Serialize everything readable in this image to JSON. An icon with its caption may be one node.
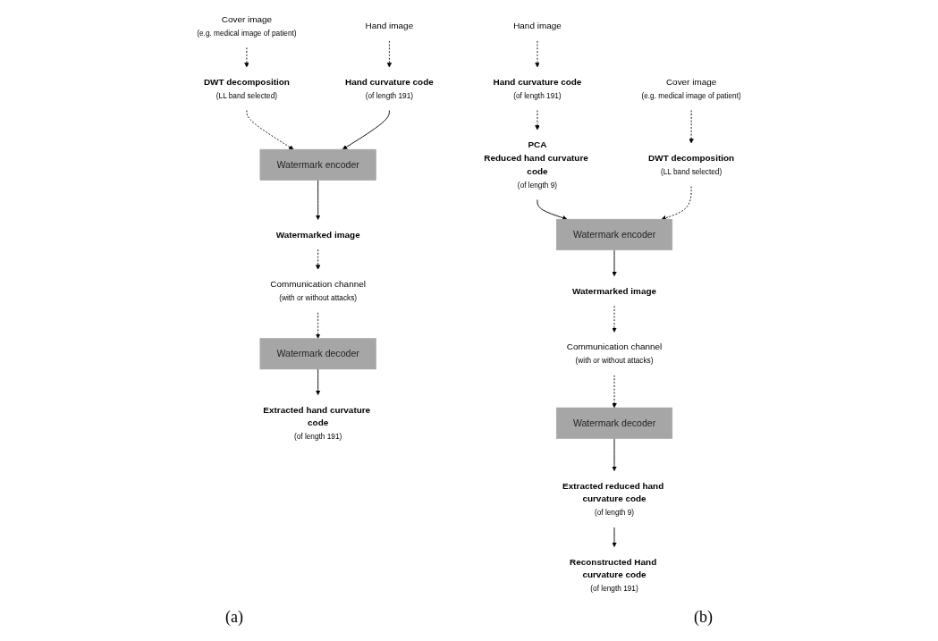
{
  "diagram": {
    "nodes": [
      {
        "text": [
          "Cover image",
          "(e.g. medical image of patient)"
        ]
      },
      {
        "text": [
          "DWT decomposition",
          "(LL band selected)"
        ]
      },
      {
        "text": [
          "Hand image"
        ]
      },
      {
        "text": [
          "Hand curvature code",
          "(of length 191)"
        ]
      },
      {
        "text": [
          "Watermark encoder"
        ]
      },
      {
        "text": [
          "Watermarked image"
        ]
      },
      {
        "text": [
          "Communication channel",
          "(with or without attacks)"
        ]
      },
      {
        "text": [
          "Watermark decoder"
        ]
      },
      {
        "text": [
          "Extracted hand curvature code",
          "(of length 191)"
        ]
      },
      {
        "text": [
          "Hand image"
        ]
      },
      {
        "text": [
          "Hand curvature code",
          "(of length 191)"
        ]
      },
      {
        "text": [
          "PCA",
          "Reduced hand curvature code",
          "(of length 9)"
        ]
      },
      {
        "text": [
          "Cover image",
          "(e.g. medical image of patient)"
        ]
      },
      {
        "text": [
          "DWT decomposition",
          "(LL band selected)"
        ]
      },
      {
        "text": [
          "Watermark encoder"
        ]
      },
      {
        "text": [
          "Watermarked image"
        ]
      },
      {
        "text": [
          "Communication channel",
          "(with or without attacks)"
        ]
      },
      {
        "text": [
          "Watermark decoder"
        ]
      },
      {
        "text": [
          "Extracted reduced hand curvature code",
          "(of length 9)"
        ]
      },
      {
        "text": [
          "Reconstructed Hand curvature code",
          "(of length 191)"
        ]
      }
    ],
    "edges": [
      {
        "from": 0,
        "to": 1,
        "arrow": "to",
        "style": "dashed"
      },
      {
        "from": 1,
        "to": 4,
        "arrow": "to",
        "style": "dashed"
      },
      {
        "from": 2,
        "to": 3,
        "arrow": "to",
        "style": "dashed"
      },
      {
        "from": 3,
        "to": 4,
        "arrow": "to"
      },
      {
        "from": 4,
        "to": 5,
        "arrow": "to"
      },
      {
        "from": 5,
        "to": 6,
        "arrow": "to",
        "style": "dashed"
      },
      {
        "from": 6,
        "to": 7,
        "arrow": "to",
        "style": "dashed"
      },
      {
        "from": 7,
        "to": 8,
        "arrow": "to"
      },
      {
        "from": 9,
        "to": 10,
        "arrow": "to",
        "style": "dashed"
      },
      {
        "from": 10,
        "to": 11,
        "arrow": "to",
        "style": "dashed"
      },
      {
        "from": 11,
        "to": 14,
        "arrow": "to"
      },
      {
        "from": 12,
        "to": 13,
        "arrow": "to",
        "style": "dashed"
      },
      {
        "from": 13,
        "to": 14,
        "arrow": "to",
        "style": "dashed"
      },
      {
        "from": 14,
        "to": 15,
        "arrow": "to"
      },
      {
        "from": 15,
        "to": 16,
        "arrow": "to",
        "style": "dashed"
      },
      {
        "from": 16,
        "to": 17,
        "arrow": "to",
        "style": "dashed"
      },
      {
        "from": 17,
        "to": 18,
        "arrow": "to"
      },
      {
        "from": 18,
        "to": 19,
        "arrow": "to"
      }
    ],
    "labels": [
      "(a)",
      "(b)"
    ]
  }
}
